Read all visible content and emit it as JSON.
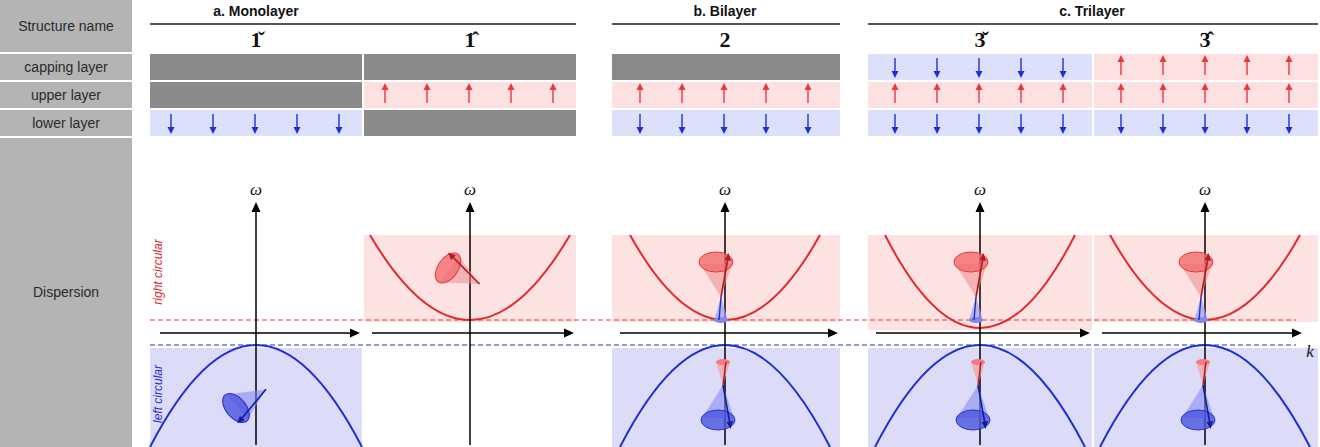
{
  "diagram": {
    "nodes": [
      {
        "text": [
          "Structure name"
        ]
      },
      {
        "text": [
          "capping layer"
        ]
      },
      {
        "text": [
          "upper layer"
        ]
      },
      {
        "text": [
          "lower layer"
        ]
      },
      {
        "text": [
          "Dispersion"
        ]
      }
    ],
    "labels": [
      "a. Monolayer",
      "b. Bilayer",
      "c. Trilayer",
      "1̌",
      "1̂",
      "2",
      "3̌",
      "3̂",
      "ω",
      "ω",
      "ω",
      "ω",
      "ω",
      "k",
      "right circular",
      "left circular"
    ]
  }
}
